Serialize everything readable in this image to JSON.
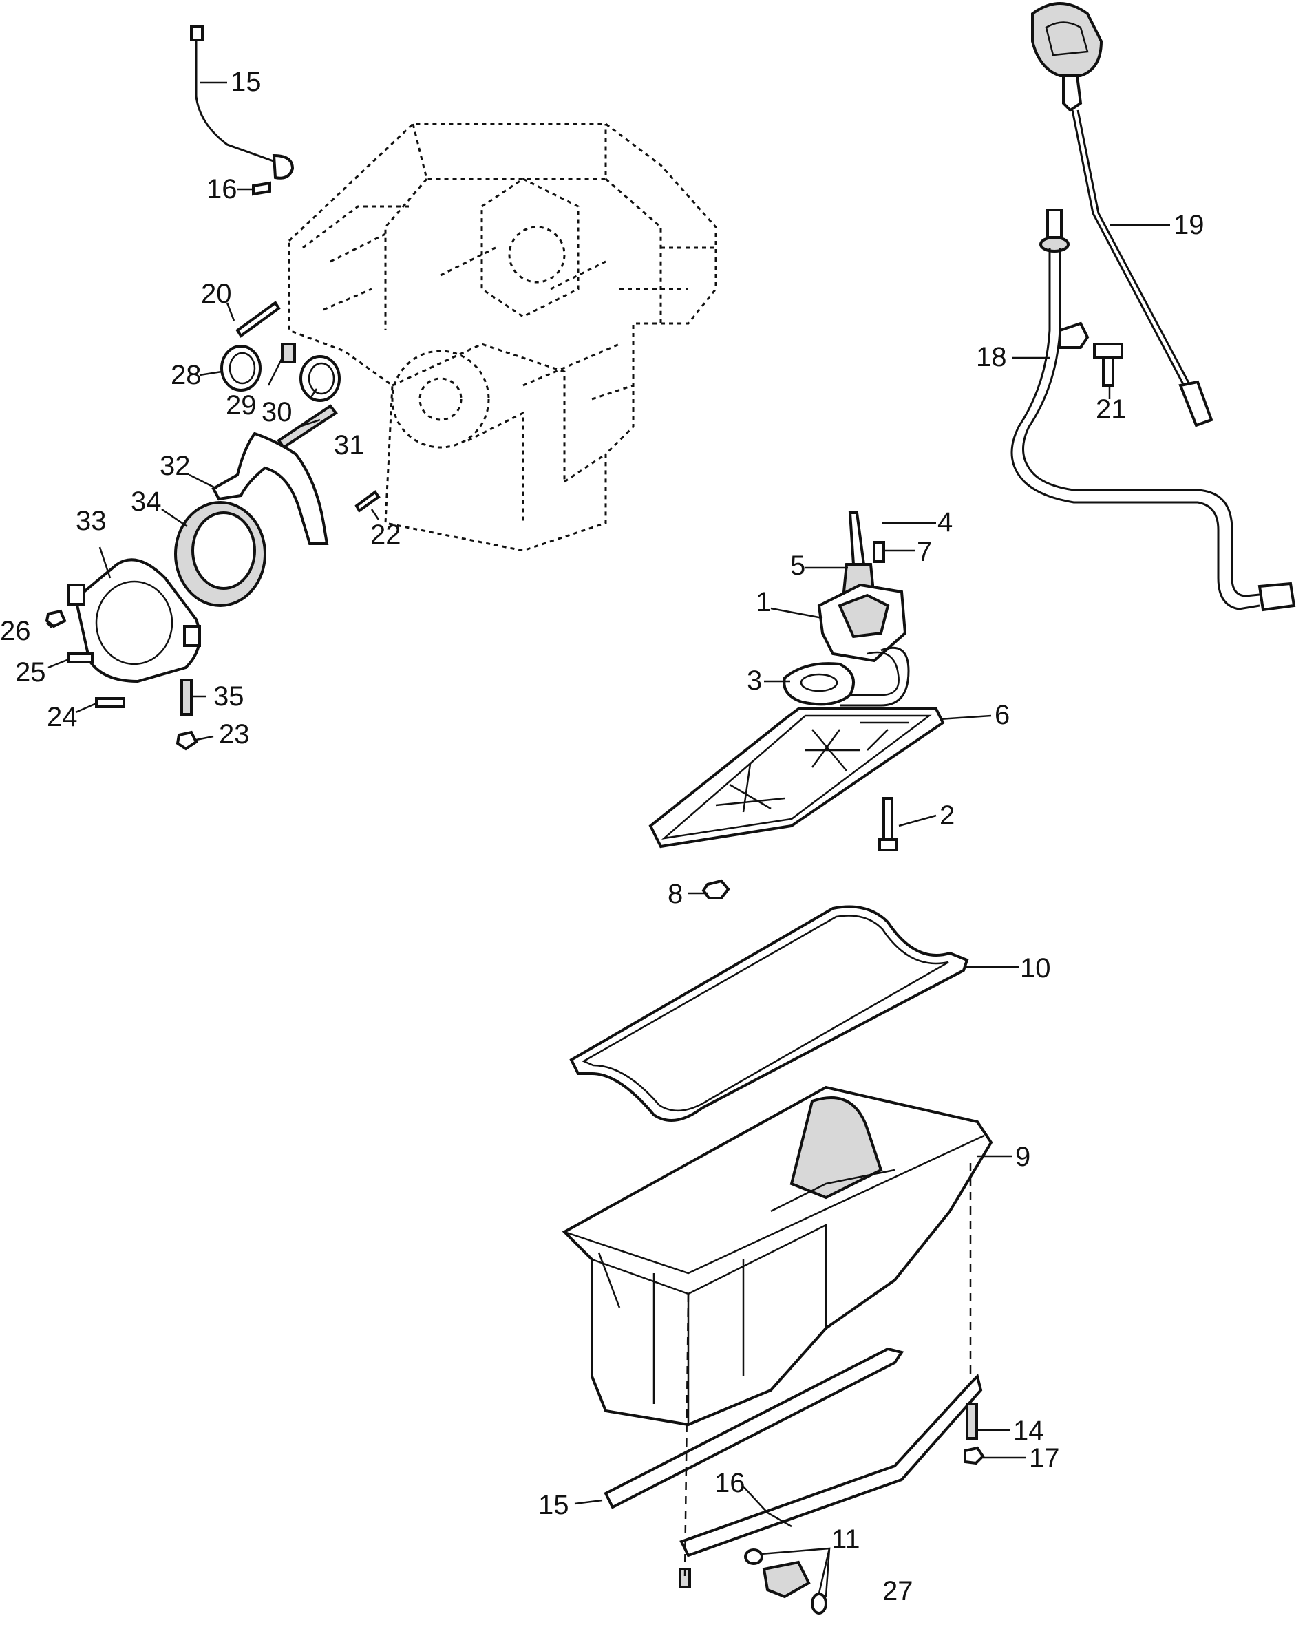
{
  "callouts": {
    "c1": "1",
    "c2": "2",
    "c3": "3",
    "c4": "4",
    "c5": "5",
    "c6": "6",
    "c7": "7",
    "c8": "8",
    "c9": "9",
    "c10": "10",
    "c11": "11",
    "c14": "14",
    "c15a": "15",
    "c15b": "15",
    "c16a": "16",
    "c16b": "16",
    "c17": "17",
    "c18": "18",
    "c19": "19",
    "c20": "20",
    "c21": "21",
    "c22": "22",
    "c23": "23",
    "c24": "24",
    "c25": "25",
    "c26": "26",
    "c27": "27",
    "c28": "28",
    "c29": "29",
    "c30": "30",
    "c31": "31",
    "c32": "32",
    "c33": "33",
    "c34": "34",
    "c35": "35"
  },
  "colors": {
    "ink": "#111111",
    "paper": "#ffffff",
    "shade": "#d8d8d8"
  }
}
